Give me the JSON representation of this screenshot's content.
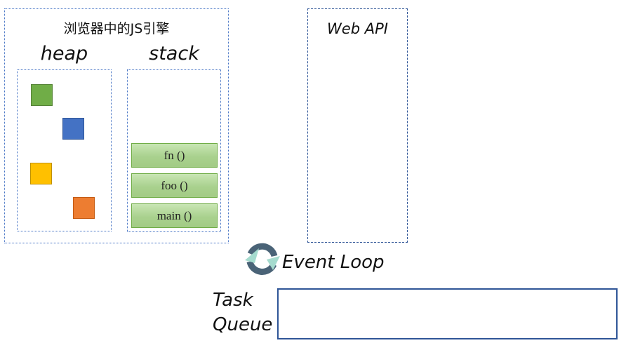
{
  "js_engine": {
    "title": "浏览器中的JS引擎",
    "heap": {
      "label": "heap",
      "objects": [
        {
          "name": "green-object",
          "fill": "#70AD47",
          "border": "#548235",
          "css": "background-color:#70AD47;border-color:#548235"
        },
        {
          "name": "blue-object",
          "fill": "#4472C4",
          "border": "#2F5597",
          "css": "background-color:#4472C4;border-color:#2F5597"
        },
        {
          "name": "yellow-object",
          "fill": "#FFC000",
          "border": "#BF9000",
          "css": "background-color:#FFC000;border-color:#BF9000"
        },
        {
          "name": "orange-object",
          "fill": "#ED7D31",
          "border": "#C55A11",
          "css": "background-color:#ED7D31;border-color:#C55A11"
        }
      ]
    },
    "stack": {
      "label": "stack",
      "frames": [
        {
          "label": "fn ()"
        },
        {
          "label": "foo ()"
        },
        {
          "label": "main ()"
        }
      ]
    }
  },
  "web_api": {
    "title": "Web API"
  },
  "event_loop": {
    "label": "Event Loop",
    "icon_arc_color": "#4A6377",
    "icon_arrow_color": "#A5DBCE"
  },
  "task_queue": {
    "label_line1": "Task",
    "label_line2": "Queue"
  },
  "colors": {
    "dotted_border": "#4472C4",
    "dashed_border": "#2F5597",
    "queue_border": "#2F5597",
    "stack_frame_fill": "#A9D18E",
    "stack_frame_border": "#70AD47"
  }
}
